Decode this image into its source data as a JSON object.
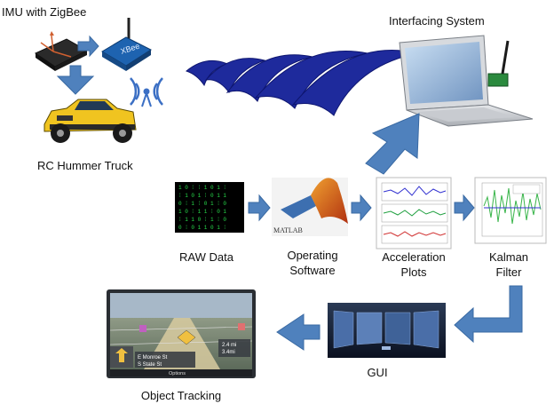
{
  "labels": {
    "imu": "IMU with ZigBee",
    "interfacing": "Interfacing System",
    "rc_truck": "RC Hummer Truck",
    "raw_data": "RAW Data",
    "operating": [
      "Operating",
      "Software"
    ],
    "acceleration": [
      "Acceleration",
      "Plots"
    ],
    "kalman": [
      "Kalman",
      "Filter"
    ],
    "gui": "GUI",
    "object_tracking": "Object Tracking"
  },
  "image_text": {
    "xbee": "XBee",
    "matlab": "MATLAB",
    "nav_street_1": "E Monroe St",
    "nav_street_2": "S State St",
    "nav_options": "Options",
    "nav_speed": "3.4mi",
    "nav_dist": "2.4 mi"
  },
  "colors": {
    "arrow_blue": "#4f81bd",
    "arrow_stroke": "#3a6aa3",
    "wave_blue": "#1e2a9c"
  }
}
